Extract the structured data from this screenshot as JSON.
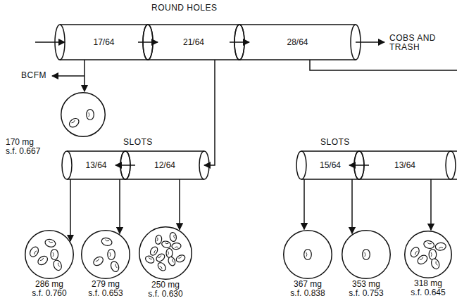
{
  "diagram": {
    "nodes": [
      {
        "text": [
          "17/64"
        ]
      },
      {
        "text": [
          "21/64"
        ]
      },
      {
        "text": [
          "28/64"
        ]
      },
      {
        "text": [
          "170 mg",
          "s.f. 0.667"
        ]
      },
      {
        "text": [
          "13/64"
        ]
      },
      {
        "text": [
          "12/64"
        ]
      },
      {
        "text": [
          "286 mg",
          "s.f. 0.760"
        ]
      },
      {
        "text": [
          "279 mg",
          "s.f. 0.653"
        ]
      },
      {
        "text": [
          "250 mg",
          "s.f. 0.630"
        ]
      },
      {
        "text": [
          "15/64"
        ]
      },
      {
        "text": [
          "13/64"
        ]
      },
      {
        "text": [
          "367 mg",
          "s.f. 0.838"
        ]
      },
      {
        "text": [
          "353 mg",
          "s.f. 0.753"
        ]
      },
      {
        "text": [
          "318 mg",
          "s.f. 0.645"
        ]
      }
    ],
    "edges": [
      {
        "from": 0,
        "to": 1,
        "arrow": "to"
      },
      {
        "from": 1,
        "to": 2,
        "arrow": "to"
      },
      {
        "from": 0,
        "to": 3,
        "arrow": "to"
      },
      {
        "from": 1,
        "to": 5,
        "arrow": "to"
      },
      {
        "from": 5,
        "to": 4,
        "arrow": "to"
      },
      {
        "from": 4,
        "to": 6,
        "arrow": "to"
      },
      {
        "from": 4,
        "to": 7,
        "arrow": "to"
      },
      {
        "from": 5,
        "to": 8,
        "arrow": "to"
      },
      {
        "from": 10,
        "to": 9,
        "arrow": "to"
      },
      {
        "from": 9,
        "to": 11,
        "arrow": "to"
      },
      {
        "from": 9,
        "to": 12,
        "arrow": "to"
      },
      {
        "from": 10,
        "to": 13,
        "arrow": "to"
      }
    ],
    "labels": [
      "ROUND HOLES",
      "COBS AND TRASH",
      "BCFM",
      "SLOTS",
      "SLOTS"
    ]
  }
}
